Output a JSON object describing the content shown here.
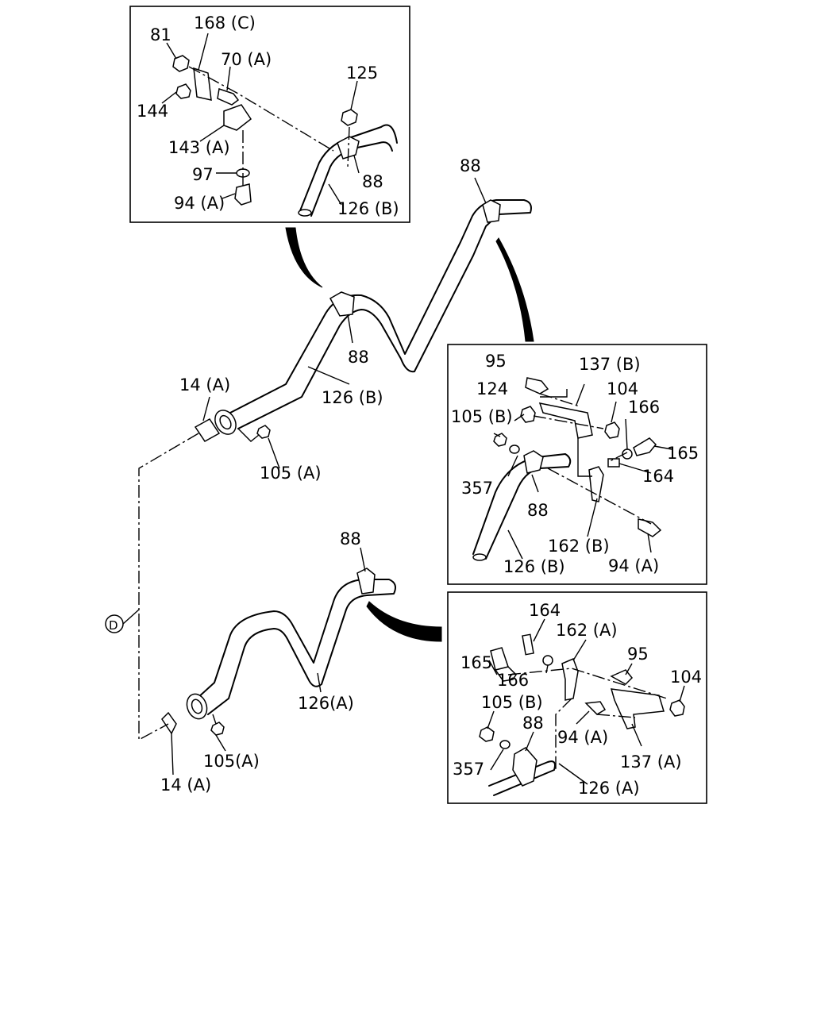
{
  "labels": {
    "top_inset": {
      "p81": "81",
      "p168c": "168 (C)",
      "p70a": "70 (A)",
      "p144": "144",
      "p125": "125",
      "p143a": "143 (A)",
      "p97": "97",
      "p88": "88",
      "p94a": "94 (A)",
      "p126b": "126 (B)"
    },
    "main": {
      "p88_top": "88",
      "p88_mid": "88",
      "p126b": "126 (B)",
      "p14a_top": "14 (A)",
      "p105a_top": "105 (A)",
      "p88_low": "88",
      "p126a": "126(A)",
      "p105a_low": "105(A)",
      "p14a_low": "14 (A)",
      "circle_d": "D"
    },
    "right_inset": {
      "p95": "95",
      "p137b": "137 (B)",
      "p124": "124",
      "p104": "104",
      "p105b": "105 (B)",
      "p166": "166",
      "p165": "165",
      "p164": "164",
      "p357": "357",
      "p88": "88",
      "p162b": "162 (B)",
      "p126b": "126 (B)",
      "p94a": "94 (A)"
    },
    "bottom_inset": {
      "p164": "164",
      "p162a": "162 (A)",
      "p95": "95",
      "p165": "165",
      "p104": "104",
      "p166": "166",
      "p105b": "105 (B)",
      "p88": "88",
      "p94a": "94 (A)",
      "p137a": "137 (A)",
      "p357": "357",
      "p126a": "126 (A)"
    }
  }
}
